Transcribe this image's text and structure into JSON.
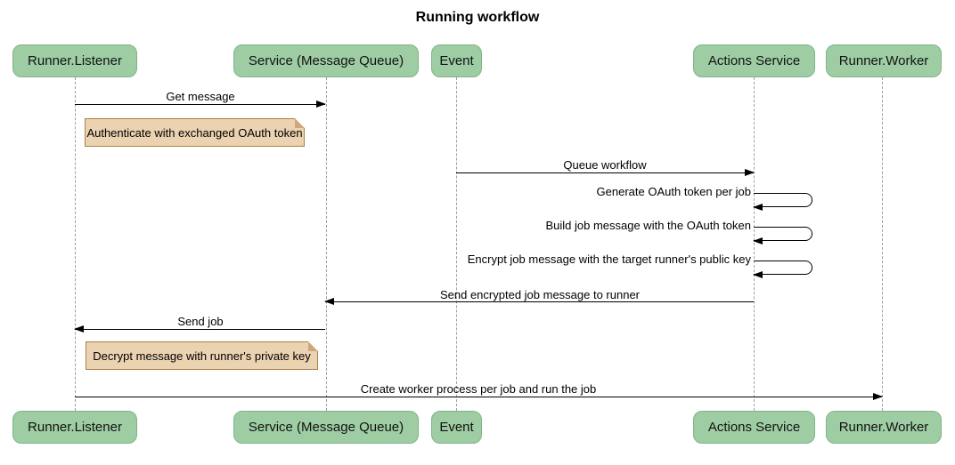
{
  "title": "Running workflow",
  "participants": [
    {
      "label": "Runner.Listener"
    },
    {
      "label": "Service (Message Queue)"
    },
    {
      "label": "Event"
    },
    {
      "label": "Actions Service"
    },
    {
      "label": "Runner.Worker"
    }
  ],
  "messages": [
    {
      "label": "Get message",
      "from": "Runner.Listener",
      "to": "Service (Message Queue)",
      "type": "arrow-right"
    },
    {
      "label": "Queue workflow",
      "from": "Event",
      "to": "Actions Service",
      "type": "arrow-right"
    },
    {
      "label": "Generate OAuth token per job",
      "from": "Actions Service",
      "to": "Actions Service",
      "type": "self-loop"
    },
    {
      "label": "Build job message with the OAuth token",
      "from": "Actions Service",
      "to": "Actions Service",
      "type": "self-loop"
    },
    {
      "label": "Encrypt job message with the target runner's public key",
      "from": "Actions Service",
      "to": "Actions Service",
      "type": "self-loop"
    },
    {
      "label": "Send encrypted job message to runner",
      "from": "Actions Service",
      "to": "Service (Message Queue)",
      "type": "arrow-left"
    },
    {
      "label": "Send job",
      "from": "Service (Message Queue)",
      "to": "Runner.Listener",
      "type": "arrow-left"
    },
    {
      "label": "Create worker process per job and run the job",
      "from": "Runner.Listener",
      "to": "Runner.Worker",
      "type": "arrow-right"
    }
  ],
  "notes": [
    {
      "label": "Authenticate with exchanged OAuth token",
      "position": "right of Runner.Listener"
    },
    {
      "label": "Decrypt message with runner's private key",
      "position": "right of Runner.Listener"
    }
  ],
  "colors": {
    "actor_fill": "#9ECDA4",
    "actor_border": "#81B28A",
    "note_fill": "#EBD2B1",
    "note_border": "#AA8048",
    "lifeline": "#9e9e9e",
    "arrow": "#000000",
    "background": "#ffffff"
  }
}
